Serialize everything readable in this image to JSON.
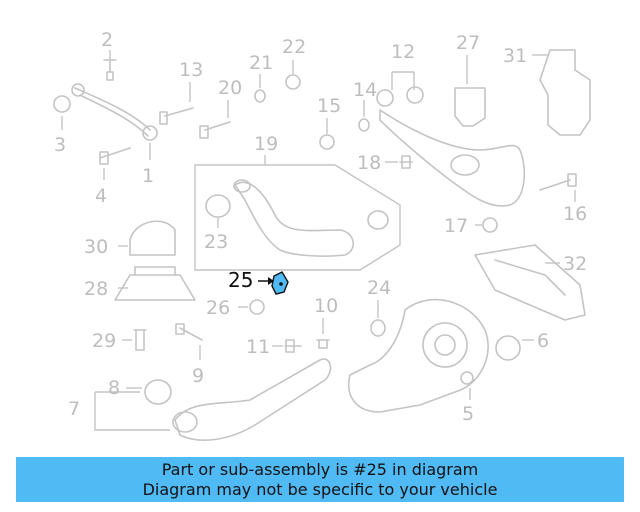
{
  "diagram": {
    "highlighted_part": "25",
    "labels": [
      "1",
      "2",
      "3",
      "4",
      "5",
      "6",
      "7",
      "8",
      "9",
      "10",
      "11",
      "12",
      "13",
      "14",
      "15",
      "16",
      "17",
      "18",
      "19",
      "20",
      "21",
      "22",
      "23",
      "24",
      "25",
      "26",
      "27",
      "28",
      "29",
      "30",
      "31",
      "32"
    ],
    "highlight_color": "#4fbaf3"
  },
  "banner": {
    "line1": "Part or sub-assembly is #25 in diagram",
    "line2": "Diagram may not be specific to your vehicle",
    "background": "#4fbaf3"
  }
}
